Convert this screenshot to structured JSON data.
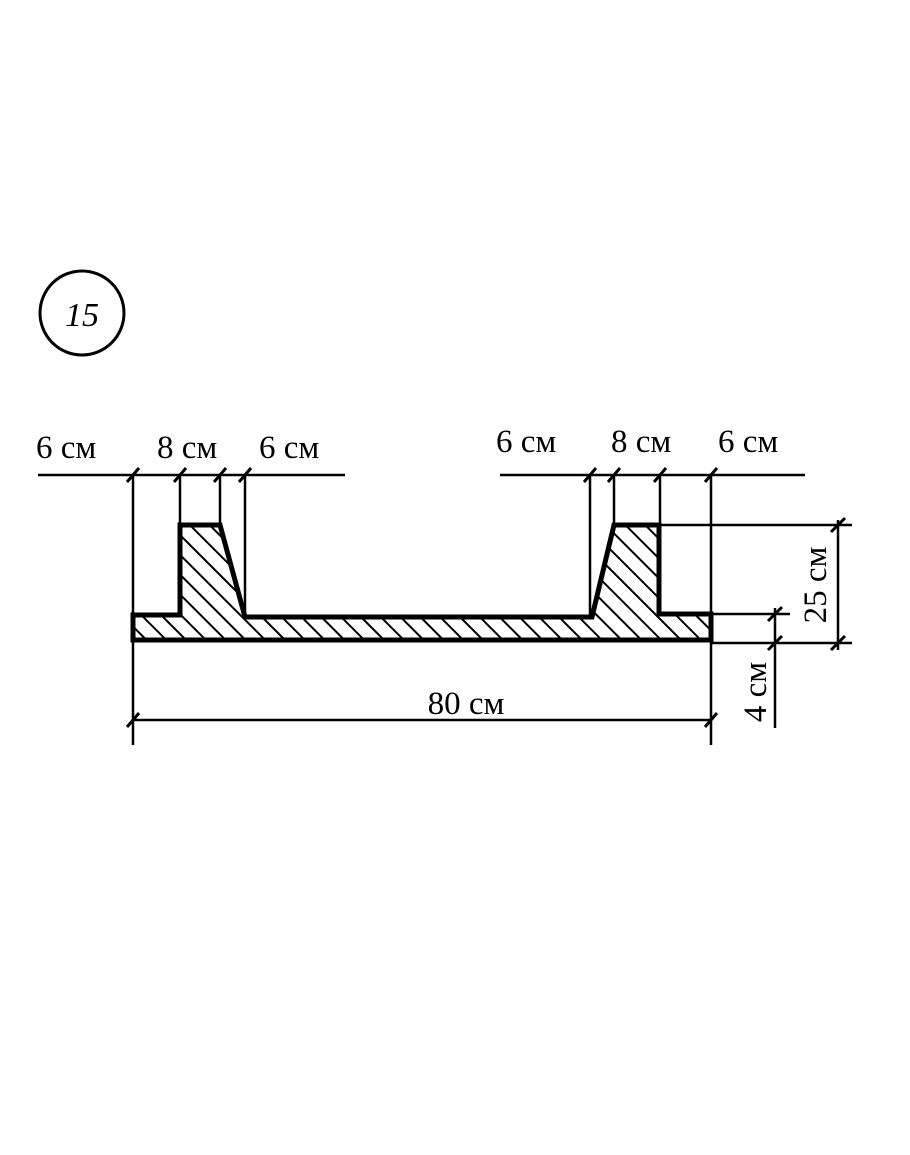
{
  "problem_number": "15",
  "left_dims": [
    "6 см",
    "8 см",
    "6 см"
  ],
  "right_dims": [
    "6 см",
    "8 см",
    "6 см"
  ],
  "total_width": "80 см",
  "rib_height": "25 см",
  "slab_thickness": "4 см",
  "colors": {
    "ink": "#000000",
    "paper": "#ffffff"
  }
}
